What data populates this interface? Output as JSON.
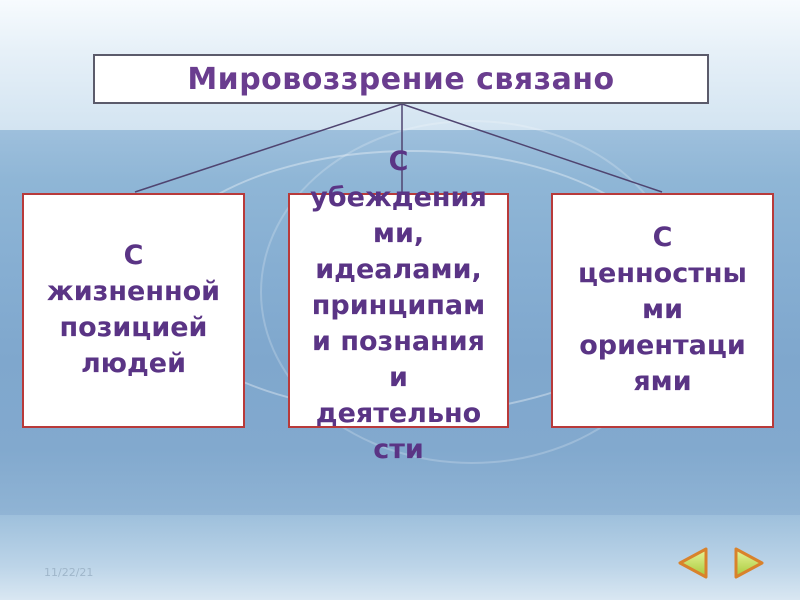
{
  "diagram": {
    "title": "Мировоззрение связано",
    "boxes": [
      {
        "lines": "С\nжизненной\nпозицией\nлюдей"
      },
      {
        "lines": "С\nубеждения\nми,\nидеалами,\nпринципам\nи познания\nи\nдеятельно\nсти"
      },
      {
        "lines": "С\nценностны\nми\nориентаци\nями"
      }
    ]
  },
  "footer": {
    "date": "11/22/21"
  },
  "navigation": {
    "prev_icon": "arrow-left-icon",
    "next_icon": "arrow-right-icon"
  },
  "colors": {
    "title_text": "#6a3d8f",
    "box_text": "#5a3485",
    "box_border": "#b83a3a"
  }
}
